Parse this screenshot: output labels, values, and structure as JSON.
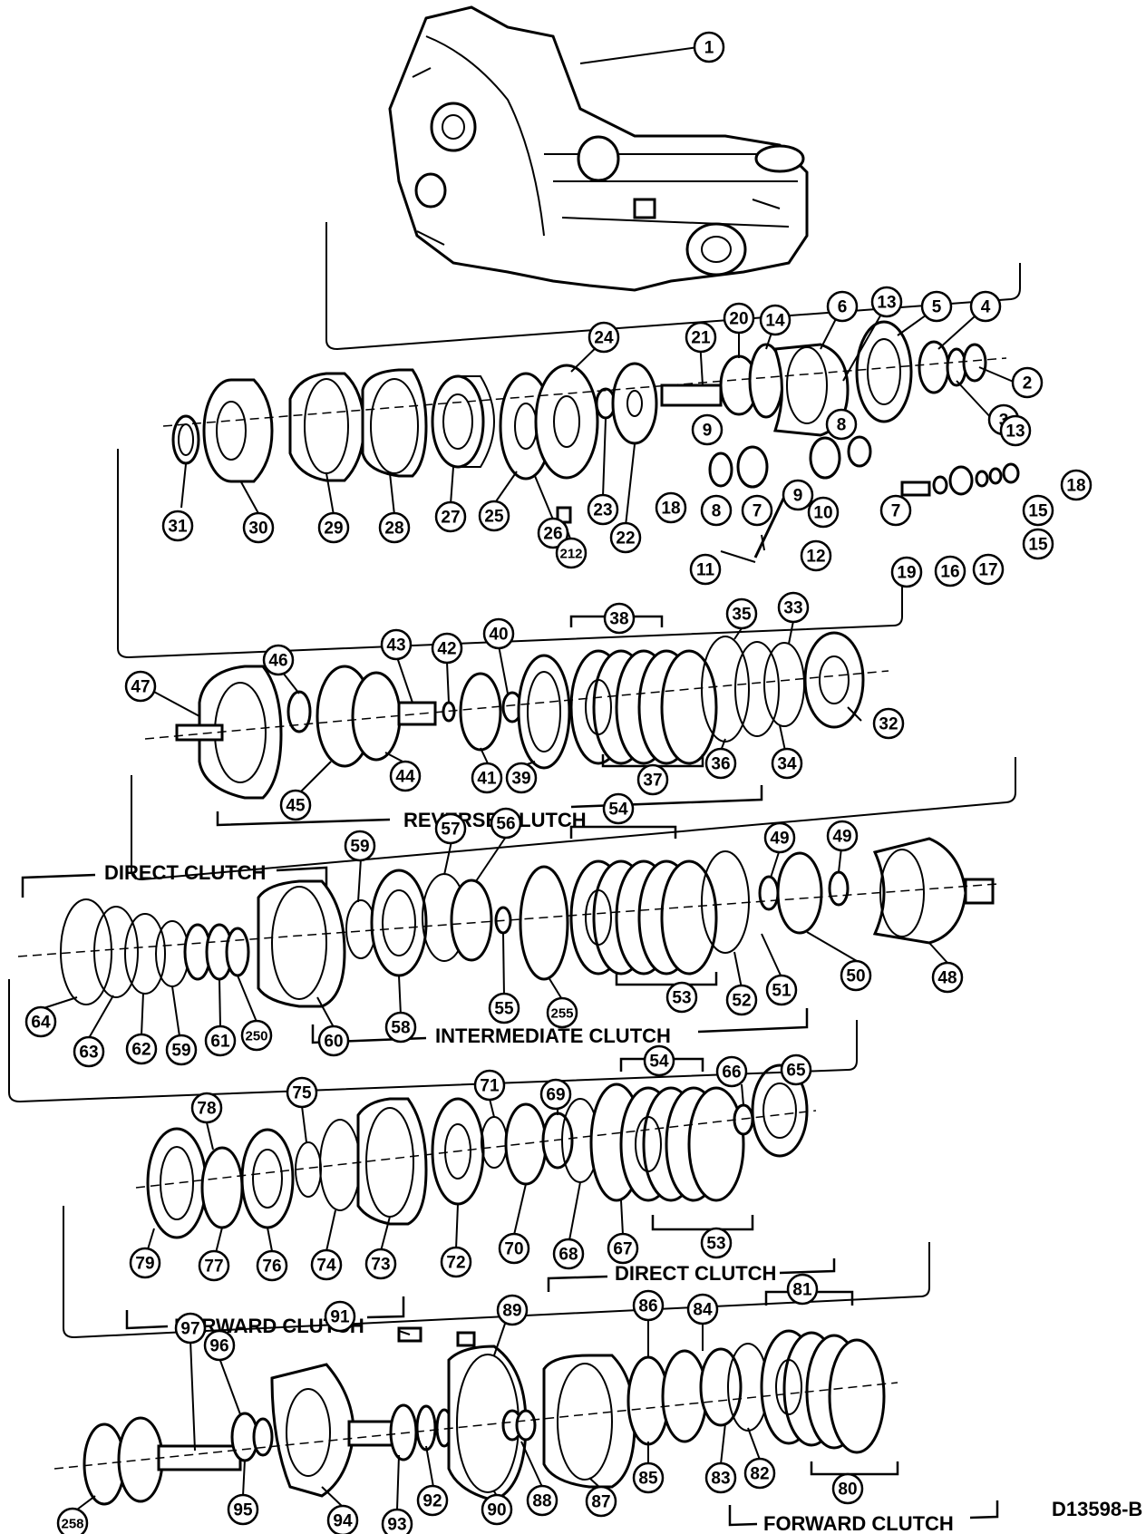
{
  "figure_id": "D13598-B",
  "labels": {
    "reverse_clutch": "REVERSE CLUTCH",
    "direct_clutch_1": "DIRECT CLUTCH",
    "intermediate_clutch": "INTERMEDIATE CLUTCH",
    "direct_clutch_2": "DIRECT CLUTCH",
    "forward_clutch_1": "FORWARD CLUTCH",
    "forward_clutch_2": "FORWARD CLUTCH"
  },
  "callouts": [
    "1",
    "2",
    "3",
    "4",
    "5",
    "6",
    "13",
    "14",
    "20",
    "21",
    "24",
    "9",
    "8",
    "13",
    "18",
    "8",
    "7",
    "10",
    "7",
    "15",
    "15",
    "18",
    "17",
    "16",
    "19",
    "9",
    "12",
    "11",
    "31",
    "30",
    "29",
    "28",
    "27",
    "25",
    "26",
    "212",
    "23",
    "22",
    "47",
    "46",
    "43",
    "42",
    "40",
    "38",
    "35",
    "33",
    "45",
    "44",
    "41",
    "39",
    "37",
    "36",
    "34",
    "32",
    "59",
    "57",
    "56",
    "54",
    "49",
    "49",
    "64",
    "63",
    "62",
    "59",
    "61",
    "250",
    "60",
    "58",
    "55",
    "255",
    "53",
    "52",
    "51",
    "50",
    "48",
    "78",
    "75",
    "71",
    "69",
    "54",
    "66",
    "65",
    "79",
    "77",
    "76",
    "74",
    "73",
    "72",
    "70",
    "68",
    "67",
    "53",
    "91",
    "89",
    "86",
    "84",
    "81",
    "97",
    "96",
    "258",
    "95",
    "94",
    "93",
    "92",
    "90",
    "88",
    "87",
    "85",
    "83",
    "82",
    "80"
  ]
}
